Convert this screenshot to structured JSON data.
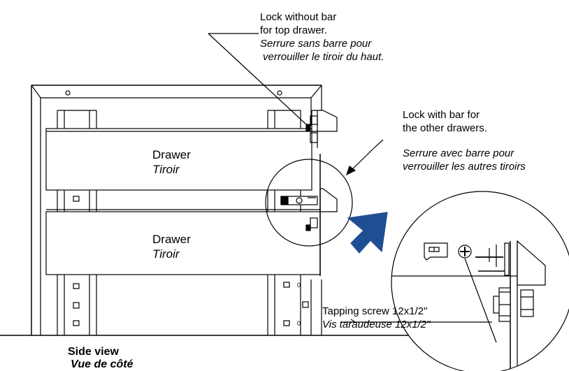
{
  "callouts": {
    "top_lock": {
      "en_line1": "Lock without bar",
      "en_line2": "for top drawer.",
      "fr_line1": "Serrure sans barre pour",
      "fr_line2": "verrouiller le tiroir du haut."
    },
    "bar_lock": {
      "en_line1": "Lock with bar for",
      "en_line2": "the other drawers.",
      "fr_line1": "Serrure avec barre pour",
      "fr_line2": "verrouiller les autres tiroirs"
    },
    "screw": {
      "en": "Tapping screw 12x1/2\"",
      "fr": "Vis taraudeuse 12x1/2\""
    }
  },
  "drawers": [
    {
      "en": "Drawer",
      "fr": "Tiroir"
    },
    {
      "en": "Drawer",
      "fr": "Tiroir"
    }
  ],
  "caption": {
    "en": "Side view",
    "fr": "Vue de côté"
  },
  "colors": {
    "line": "#000000",
    "arrow": "#1f4e93",
    "background": "#ffffff"
  },
  "icons": {
    "direction_arrow": "blue-arrow-icon",
    "screw_head": "phillips-screw-icon"
  }
}
